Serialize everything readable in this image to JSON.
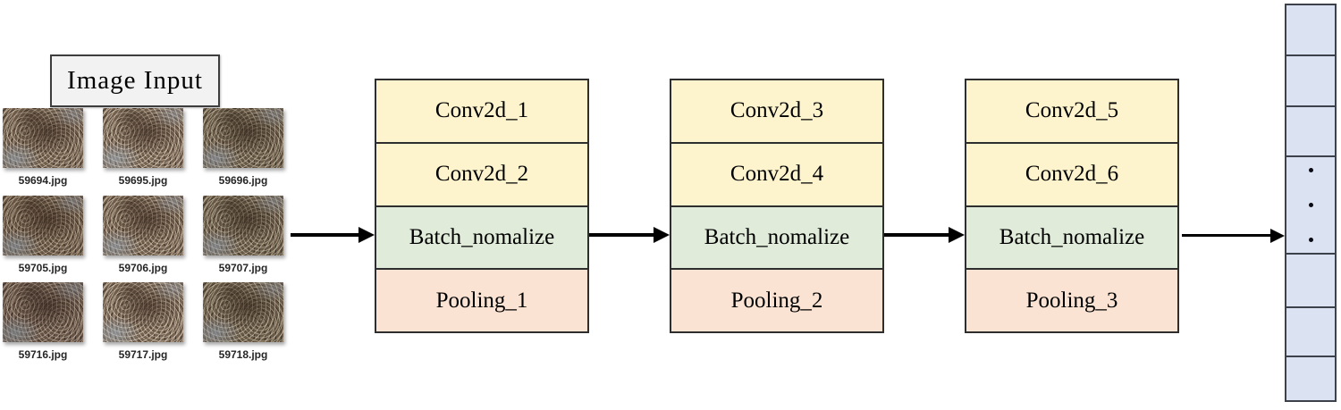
{
  "input": {
    "label": "Image Input"
  },
  "images": [
    {
      "filename": "59694.jpg"
    },
    {
      "filename": "59695.jpg"
    },
    {
      "filename": "59696.jpg"
    },
    {
      "filename": "59705.jpg"
    },
    {
      "filename": "59706.jpg"
    },
    {
      "filename": "59707.jpg"
    },
    {
      "filename": "59716.jpg"
    },
    {
      "filename": "59717.jpg"
    },
    {
      "filename": "59718.jpg"
    }
  ],
  "blocks": [
    {
      "layers": [
        {
          "label": "Conv2d_1"
        },
        {
          "label": "Conv2d_2"
        },
        {
          "label": "Batch_nomalize"
        },
        {
          "label": "Pooling_1"
        }
      ]
    },
    {
      "layers": [
        {
          "label": "Conv2d_3"
        },
        {
          "label": "Conv2d_4"
        },
        {
          "label": "Batch_nomalize"
        },
        {
          "label": "Pooling_2"
        }
      ]
    },
    {
      "layers": [
        {
          "label": "Conv2d_5"
        },
        {
          "label": "Conv2d_6"
        },
        {
          "label": "Batch_nomalize"
        },
        {
          "label": "Pooling_3"
        }
      ]
    }
  ],
  "output_vector": {
    "cell_count": 7,
    "ellipsis": "···"
  },
  "colors": {
    "conv": "#fdf3cd",
    "batchnorm": "#e0ecd9",
    "pooling": "#fae3d3",
    "vector": "#dbe2f1",
    "label-box": "#f2f2f2",
    "border": "#2e2e2e",
    "arrow": "#000000"
  }
}
